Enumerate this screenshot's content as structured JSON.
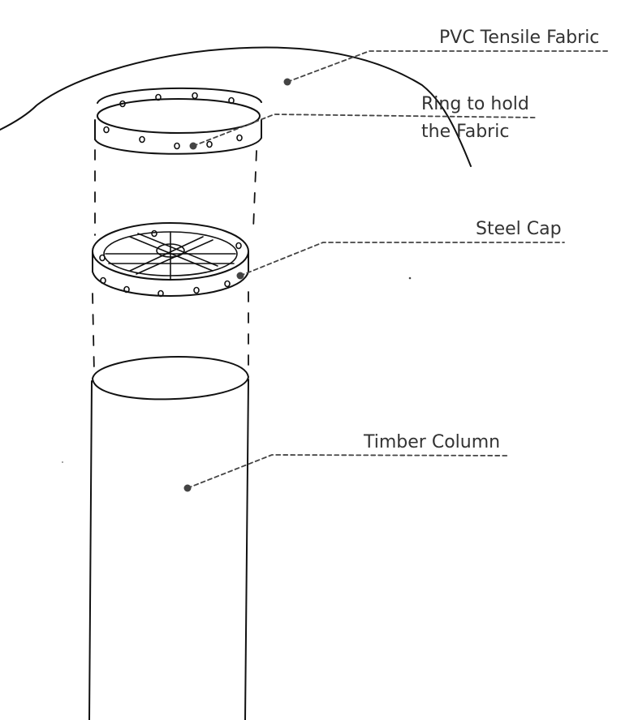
{
  "labels": {
    "fabric": "PVC Tensile Fabric",
    "ring_line1": "Ring to hold",
    "ring_line2": "the Fabric",
    "steel_cap": "Steel Cap",
    "timber_column": "Timber Column"
  },
  "colors": {
    "ink": "#111111",
    "leader": "#444444",
    "text": "#333333"
  }
}
